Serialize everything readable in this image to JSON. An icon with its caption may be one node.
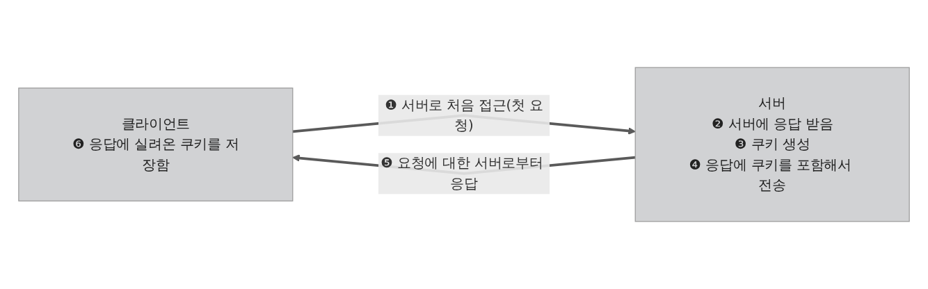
{
  "diagram": {
    "nodes": [
      {
        "text": [
          "클라이언트",
          "❻ 응답에 실려온 쿠키를 저장함"
        ]
      },
      {
        "text": [
          "서버",
          "❷ 서버에 응답 받음",
          "❸ 쿠키 생성",
          "❹ 응답에 쿠키를 포함해서 전송"
        ]
      }
    ],
    "edges": [
      {
        "from": 0,
        "to": 1,
        "arrow": "to",
        "label": "❶ 서버로 처음 접근(첫 요청)"
      },
      {
        "from": 1,
        "to": 0,
        "arrow": "to",
        "label": "❺ 요청에 대한 서버로부터 응답"
      }
    ]
  }
}
